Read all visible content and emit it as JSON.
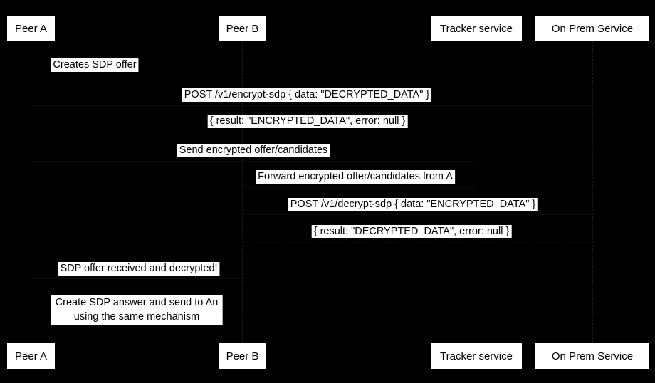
{
  "diagram": {
    "type": "sequence",
    "colors": {
      "background": "#000000",
      "box_background": "#ffffff",
      "text": "#000000",
      "lifeline": "#1d1d1d"
    },
    "actors": [
      {
        "id": "peer-a",
        "label": "Peer A"
      },
      {
        "id": "peer-b",
        "label": "Peer B"
      },
      {
        "id": "tracker",
        "label": "Tracker service"
      },
      {
        "id": "onprem",
        "label": "On Prem Service"
      }
    ],
    "messages": [
      {
        "kind": "note",
        "actor": "Peer A",
        "text": "Creates SDP offer"
      },
      {
        "kind": "request",
        "from": "Peer A",
        "to": "On Prem Service",
        "text": "POST /v1/encrypt-sdp { data: \"DECRYPTED_DATA\" }"
      },
      {
        "kind": "response",
        "from": "On Prem Service",
        "to": "Peer A",
        "text": "{ result: \"ENCRYPTED_DATA\", error: null }"
      },
      {
        "kind": "request",
        "from": "Peer A",
        "to": "Tracker service",
        "text": "Send encrypted offer/candidates"
      },
      {
        "kind": "request",
        "from": "Tracker service",
        "to": "Peer B",
        "text": "Forward encrypted offer/candidates from A"
      },
      {
        "kind": "request",
        "from": "Peer B",
        "to": "On Prem Service",
        "text": "POST /v1/decrypt-sdp { data: \"ENCRYPTED_DATA\" }"
      },
      {
        "kind": "response",
        "from": "On Prem Service",
        "to": "Peer B",
        "text": "{ result: \"DECRYPTED_DATA\", error: null }"
      },
      {
        "kind": "message",
        "from": "Peer B",
        "to": "Peer A",
        "text": "SDP offer received and decrypted!"
      },
      {
        "kind": "note",
        "actor": "Peer A, Peer B",
        "text_line1": "Create SDP answer and send to An",
        "text_line2": "using the same mechanism"
      }
    ]
  }
}
